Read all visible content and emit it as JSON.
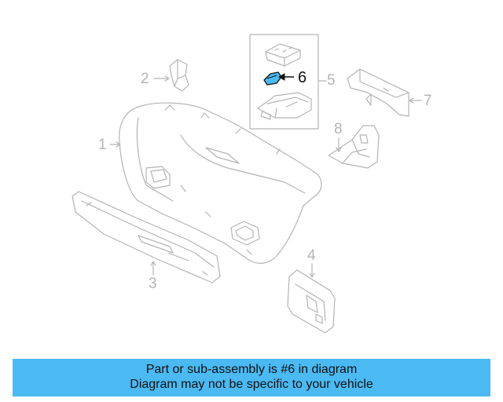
{
  "diagram": {
    "callouts": [
      {
        "id": "1",
        "label": "1"
      },
      {
        "id": "2",
        "label": "2"
      },
      {
        "id": "3",
        "label": "3"
      },
      {
        "id": "4",
        "label": "4"
      },
      {
        "id": "5",
        "label": "5"
      },
      {
        "id": "6",
        "label": "6",
        "highlighted": true
      },
      {
        "id": "7",
        "label": "7"
      },
      {
        "id": "8",
        "label": "8"
      }
    ],
    "colors": {
      "line": "#b4b4b4",
      "highlight_part": "#4bb9f2",
      "highlight_label": "#111111"
    }
  },
  "banner": {
    "line1": "Part or sub-assembly is #6 in diagram",
    "line2": "Diagram may not be specific to your vehicle",
    "background": "#4bb9f2"
  }
}
